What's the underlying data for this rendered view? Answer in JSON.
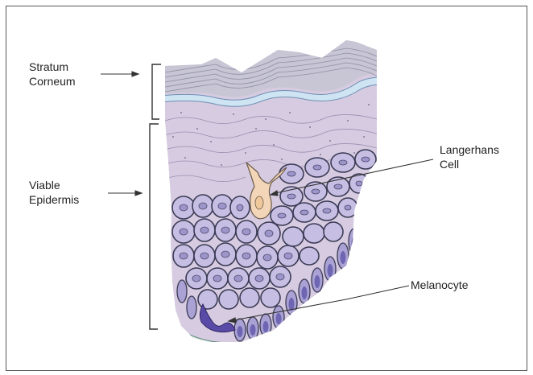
{
  "labels": {
    "stratum_corneum": [
      "Stratum",
      "Corneum"
    ],
    "viable_epidermis": [
      "Viable",
      "Epidermis"
    ],
    "langerhans_cell": [
      "Langerhans",
      "Cell"
    ],
    "melanocyte": "Melanocyte"
  },
  "colors": {
    "border": "#555555",
    "corneum": "#c8c6d4",
    "corneum_line": "#8f8fa6",
    "blue_band": "#cfe4f3",
    "granular": "#d6cbe0",
    "spinous": "#b8b0d6",
    "cell_fill": "#c7bfe3",
    "cell_stroke": "#3b3b55",
    "nucleus": "#9d95c9",
    "basal": "#7f77bd",
    "langerhans": "#f3d6b8",
    "melanocyte": "#5a4aa8",
    "dermis": "#dcebe4"
  }
}
